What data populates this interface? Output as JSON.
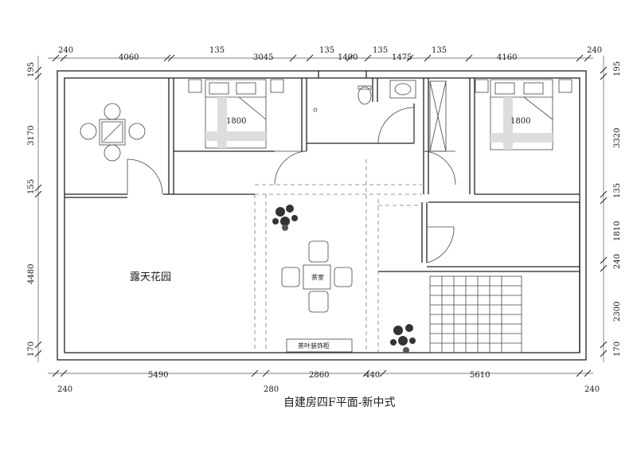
{
  "title": "自建房四F平面-新中式",
  "rooms": {
    "garden": "露天花园",
    "tea_room": "茶室",
    "tea_cabinet": "茶叶装饰柜",
    "bed_left": "1800",
    "bed_right": "1800"
  },
  "dims": {
    "top": [
      "240",
      "4060",
      "135",
      "3045",
      "135",
      "1400",
      "135",
      "1475",
      "135",
      "4160",
      "240"
    ],
    "bottom_row1": [
      "5490",
      "2860",
      "440",
      "5610"
    ],
    "bottom_row2": [
      "240",
      "280",
      "240"
    ],
    "left": [
      "195",
      "3170",
      "155",
      "4480",
      "170"
    ],
    "right": [
      "195",
      "3320",
      "135",
      "1810",
      "240",
      "2300",
      "170"
    ]
  }
}
